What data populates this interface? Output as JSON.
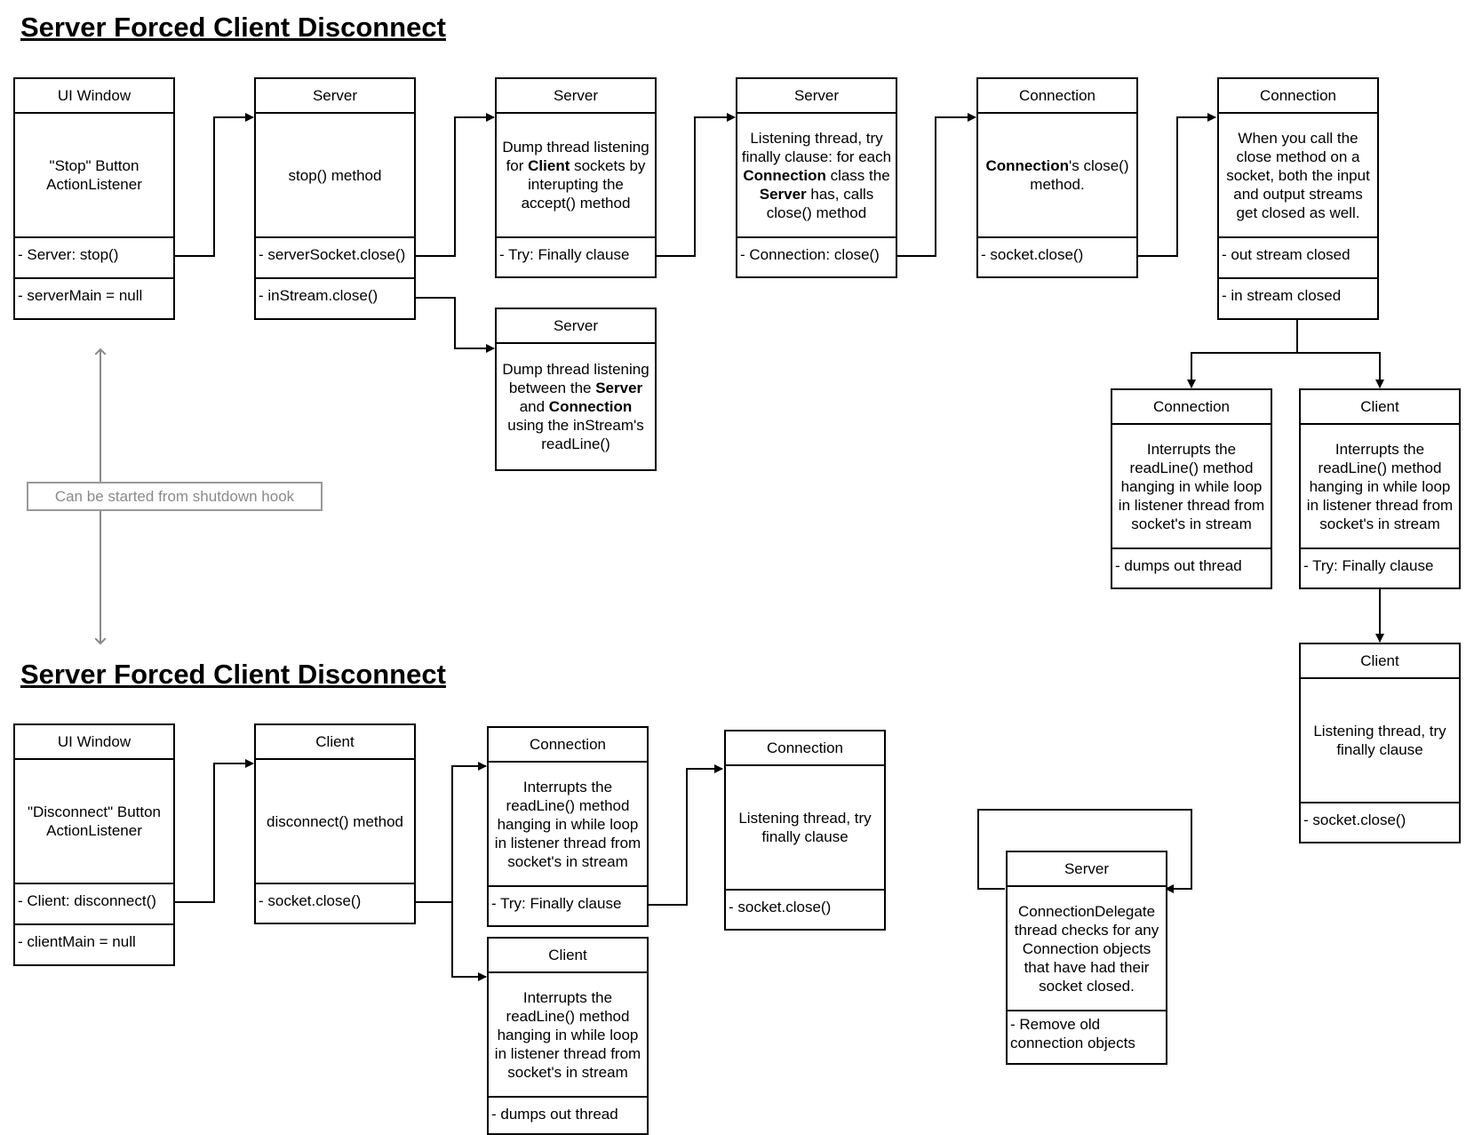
{
  "titles": {
    "top": "Server Forced Client Disconnect",
    "bottom": "Server Forced Client Disconnect"
  },
  "note": "Can be started  from shutdown hook",
  "boxes": {
    "t_ui": {
      "header": "UI Window",
      "body": "\"Stop\" Button ActionListener",
      "rows": [
        "- Server: stop()",
        "- serverMain = null"
      ]
    },
    "t_server1": {
      "header": "Server",
      "body": "stop() method",
      "rows": [
        "- serverSocket.close()",
        "- inStream.close()"
      ]
    },
    "t_server2": {
      "header": "Server",
      "body_parts": [
        {
          "t": "Dump thread listening for "
        },
        {
          "t": "Client",
          "b": true
        },
        {
          "t": " sockets by interupting the accept() method"
        }
      ],
      "rows": [
        "- Try: Finally clause"
      ]
    },
    "t_server3": {
      "header": "Server",
      "body_parts": [
        {
          "t": "Listening thread, try finally clause: for each "
        },
        {
          "t": "Connection",
          "b": true
        },
        {
          "t": " class the "
        },
        {
          "t": "Server",
          "b": true
        },
        {
          "t": " has, calls close() method"
        }
      ],
      "rows": [
        "- Connection: close()"
      ]
    },
    "t_conn1": {
      "header": "Connection",
      "body_parts": [
        {
          "t": "Connection",
          "b": true
        },
        {
          "t": "'s close() method."
        }
      ],
      "rows": [
        "- socket.close()"
      ]
    },
    "t_conn2": {
      "header": "Connection",
      "body": "When you call the close method on a socket, both the input and output streams get closed as well.",
      "rows": [
        "- out stream closed",
        "- in stream closed"
      ]
    },
    "t_server4": {
      "header": "Server",
      "body_parts": [
        {
          "t": "Dump thread listening between the "
        },
        {
          "t": "Server",
          "b": true
        },
        {
          "t": " and "
        },
        {
          "t": "Connection",
          "b": true
        },
        {
          "t": " using the inStream's readLine()"
        }
      ],
      "rows": []
    },
    "t_conn3": {
      "header": "Connection",
      "body": "Interrupts the readLine() method hanging in while loop in listener thread from socket's in stream",
      "rows": [
        "- dumps out thread"
      ]
    },
    "t_client1": {
      "header": "Client",
      "body": "Interrupts the readLine() method hanging in while loop in listener thread from socket's in stream",
      "rows": [
        "- Try: Finally clause"
      ]
    },
    "t_client2": {
      "header": "Client",
      "body": "Listening thread, try finally clause",
      "rows": [
        "- socket.close()"
      ]
    },
    "b_ui": {
      "header": "UI Window",
      "body": "\"Disconnect\" Button ActionListener",
      "rows": [
        "- Client: disconnect()",
        "- clientMain = null"
      ]
    },
    "b_client1": {
      "header": "Client",
      "body": "disconnect() method",
      "rows": [
        "- socket.close()"
      ]
    },
    "b_conn1": {
      "header": "Connection",
      "body": "Interrupts the readLine() method hanging in while loop in listener thread from socket's in stream",
      "rows": [
        "- Try: Finally clause"
      ]
    },
    "b_conn2": {
      "header": "Connection",
      "body": "Listening thread, try finally clause",
      "rows": [
        "- socket.close()"
      ]
    },
    "b_client2": {
      "header": "Client",
      "body": "Interrupts the readLine() method hanging in while loop in listener thread from socket's in stream",
      "rows": [
        "- dumps out thread"
      ]
    },
    "b_server": {
      "header": "Server",
      "body": "ConnectionDelegate thread checks for any Connection objects that have had their socket closed.",
      "rows": [
        "- Remove old connection objects"
      ]
    }
  }
}
